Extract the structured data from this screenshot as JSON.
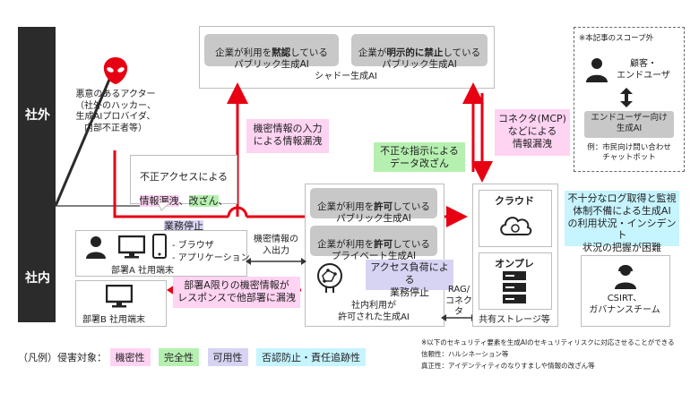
{
  "zones": {
    "outside": "社外",
    "inside": "社内"
  },
  "shadow_ai": {
    "title": "シャドー生成AI",
    "implicit": {
      "prefix": "企業が利用を",
      "emphasis": "黙認",
      "suffix": "している\nパブリック生成AI"
    },
    "prohibited": {
      "prefix": "企業が",
      "emphasis": "明示的に禁止",
      "suffix": "している\nパブリック生成AI"
    }
  },
  "attacker": {
    "label": "悪意のあるアクター\n（社外のハッカー、\n生成AIプロバイダ、\n内部不正者等）",
    "icon": "alien-head-icon",
    "risk": {
      "line1": "不正アクセスによる",
      "leak": "情報漏洩",
      "sep": "、",
      "tamper": "改ざん",
      "sep2": "、",
      "stop": "業務停止"
    }
  },
  "callouts": {
    "leak_input": "機密情報の入力\nによる情報漏洩",
    "connector_leak": "コネクタ(MCP)\nなどによる\n情報漏洩",
    "bad_instruction": "不正な指示による\nデータ改ざん",
    "access_load": "アクセス負荷による\n業務停止",
    "dept_leak": "部署A限りの機密情報が\nレスポンスで他部署に漏洩",
    "logging": "不十分なログ取得と監視\n体制不備による生成AI\nの利用状況・インシデント\n状況の把握が困難"
  },
  "approved": {
    "public": {
      "prefix": "企業が利用を",
      "emphasis": "許可",
      "suffix": "している\nパブリック生成AI"
    },
    "private": {
      "prefix": "企業が利用を",
      "emphasis": "許可",
      "suffix": "している\nプライベート生成AI"
    },
    "internal_label": "社内利用が\n許可された生成AI"
  },
  "dept_a": {
    "label": "部署A 社用端末",
    "items": [
      "- ブラウザ",
      "- アプリケーション"
    ]
  },
  "dept_b": {
    "label": "部署B 社用端末"
  },
  "io_label": "機密情報の\n入出力",
  "rag_label": "RAG/\nコネクタ",
  "storage": {
    "cloud": "クラウド",
    "onprem": "オンプレ",
    "label": "共有ストレージ等"
  },
  "csirt": "CSIRT、\nガバナンスチーム",
  "scope": {
    "title": "※本記事のスコープ外",
    "customer": "顧客・\nエンドユーザ",
    "service": "エンドユーザー向け\n生成AI",
    "example": "例：市民向け問い合わせ\nチャットボット"
  },
  "legend": {
    "prefix": "（凡例）侵害対象：",
    "items": [
      {
        "label": "機密性",
        "color": "#ffd3f2"
      },
      {
        "label": "完全性",
        "color": "#b6f0b0"
      },
      {
        "label": "可用性",
        "color": "#d6d3f3"
      },
      {
        "label": "否認防止・責任追跡性",
        "color": "#c6f4ff"
      }
    ]
  },
  "notes": [
    "※以下のセキュリティ要素を生成AIのセキュリティリスクに対応させることができる",
    "信頼性：ハルシネーション等",
    "真正性：アイデンティティのなりすましや情報の改ざん等"
  ],
  "colors": {
    "risk_red": "#e60012",
    "band": "#2b2b2b"
  }
}
